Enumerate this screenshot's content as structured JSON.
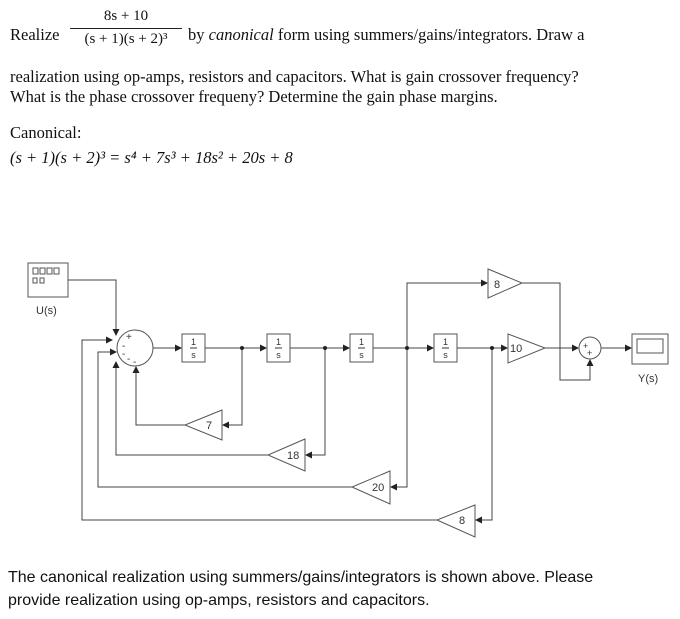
{
  "problem": {
    "realize": "Realize",
    "numerator": "8s + 10",
    "denominator": "(s + 1)(s + 2)³",
    "line1_a": "by ",
    "line1_em": "canonical",
    "line1_b": " form using summers/gains/integrators. Draw a",
    "line2": "realization using op-amps, resistors and capacitors. What is gain crossover frequency?",
    "line3": "What is the phase crossover frequeny? Determine the gain phase margins.",
    "canonical_label": "Canonical:",
    "canonical_eq": "(s + 1)(s + 2)³ = s⁴ + 7s³ + 18s² + 20s + 8"
  },
  "diagram": {
    "input_label": "U(s)",
    "output_label": "Y(s)",
    "integrator_num": "1",
    "integrator_den": "s",
    "forward_gains": [
      "8",
      "10"
    ],
    "feedback_gains": [
      "7",
      "18",
      "20",
      "8"
    ],
    "sum1_signs": [
      "+",
      "-",
      "-",
      "-",
      "-"
    ],
    "sum2_signs": [
      "+",
      "+"
    ]
  },
  "footer": {
    "line1": "The canonical realization using summers/gains/integrators is shown above.  Please",
    "line2": "provide realization using op-amps, resistors and capacitors."
  }
}
